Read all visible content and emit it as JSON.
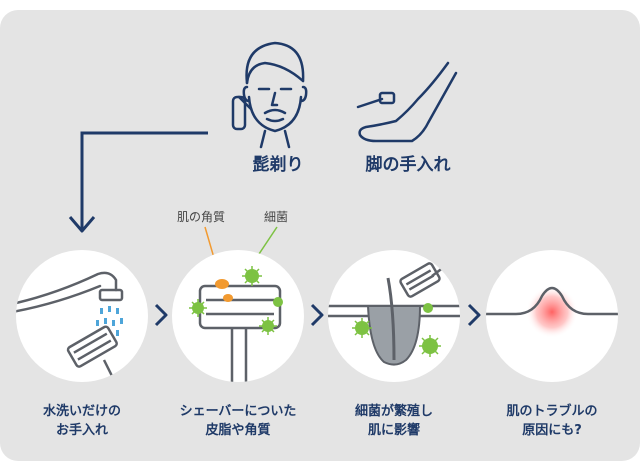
{
  "top": {
    "shave_label": "髭剃り",
    "leg_label": "脚の手入れ"
  },
  "annotations": {
    "skin_keratin": "肌の角質",
    "bacteria": "細菌"
  },
  "steps": [
    {
      "line1": "水洗いだけの",
      "line2": "お手入れ"
    },
    {
      "line1": "シェーバーについた",
      "line2": "皮脂や角質"
    },
    {
      "line1": "細菌が繁殖し",
      "line2": "肌に影響"
    },
    {
      "line1": "肌のトラブルの",
      "line2": "原因にも?"
    }
  ],
  "colors": {
    "navy": "#1f3a68",
    "panel": "#e4e4e4",
    "gray_line": "#5d6168",
    "bacteria_green": "#7dc243",
    "keratin_orange": "#f29a30",
    "water_blue": "#4ea5d9",
    "redness": "#ff5a5a"
  }
}
